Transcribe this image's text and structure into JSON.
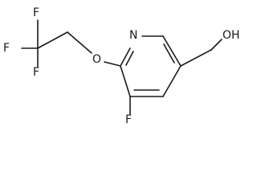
{
  "molecule": {
    "atoms": {
      "f_top": "F",
      "f_left": "F",
      "f_bottom": "F",
      "oxygen_ether": "O",
      "nitrogen": "N",
      "f_ring": "F",
      "hydroxyl": "OH"
    }
  }
}
